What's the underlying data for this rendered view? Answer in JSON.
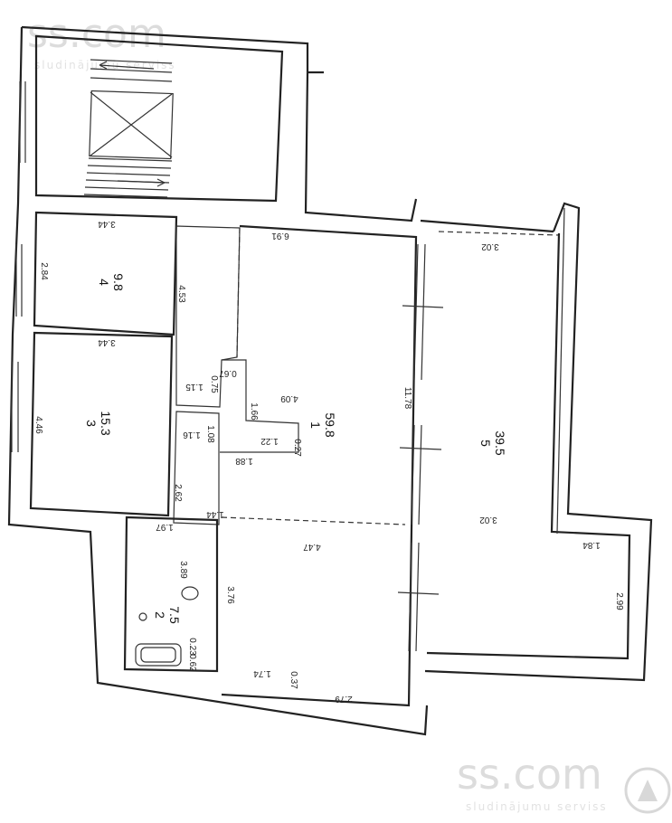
{
  "watermark": {
    "brand": "ss.com",
    "tagline": "sludinājumu serviss"
  },
  "rooms": [
    {
      "number": "1",
      "area": "59.8"
    },
    {
      "number": "2",
      "area": "7.5"
    },
    {
      "number": "3",
      "area": "15.3"
    },
    {
      "number": "4",
      "area": "9.8"
    },
    {
      "number": "5",
      "area": "39.5"
    }
  ],
  "dimensions": {
    "r4_top": "3.44",
    "r4_left": "2.84",
    "r4_right": "4.53",
    "r3_top": "3.44",
    "r3_left": "4.46",
    "corr_a": "1.15",
    "corr_b": "0.75",
    "corr_c": "0.67",
    "corr_d": "1.16",
    "corr_e": "1.08",
    "corr_f": "2.62",
    "corr_g": "1.44",
    "bath_w": "1.97",
    "bath_h": "3.89",
    "tub_a": "0.23",
    "tub_b": "0.62",
    "r1_top": "6.91",
    "r1_mid": "4.09",
    "r1_col": "1.66",
    "r1_a": "1.22",
    "r1_b": "0.27",
    "r1_c": "1.88",
    "r1_right": "11.78",
    "r1_low": "4.47",
    "r1_left_low": "3.76",
    "r1_bot_a": "1.74",
    "r1_bot_b": "0.37",
    "r1_bot_c": "2.79",
    "r5_top": "3.02",
    "r5_mid": "3.02",
    "r5_step": "1.84",
    "r5_right": "2.99"
  }
}
